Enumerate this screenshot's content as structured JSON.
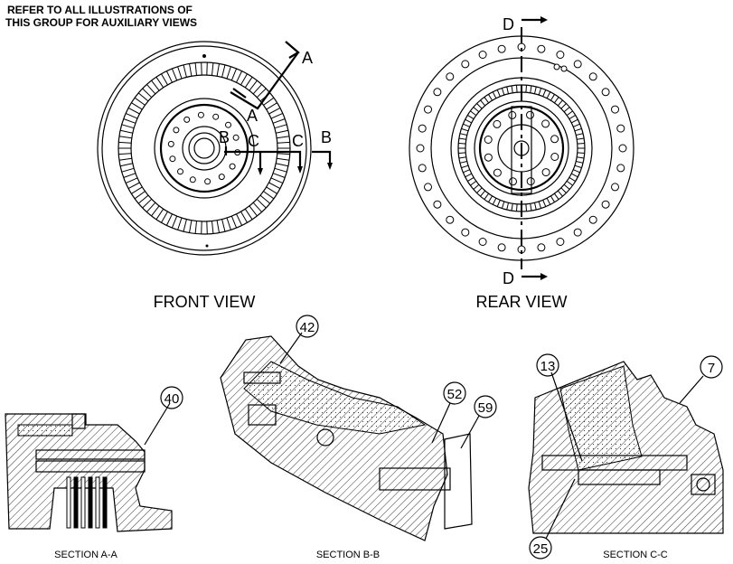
{
  "note": "REFER TO ALL ILLUSTRATIONS OF THIS GROUP FOR AUXILIARY VIEWS",
  "views": {
    "front": "FRONT VIEW",
    "rear": "REAR VIEW"
  },
  "section_markers": {
    "a": "A",
    "b": "B",
    "c": "C",
    "d": "D"
  },
  "sections": {
    "aa": "SECTION A-A",
    "bb": "SECTION B-B",
    "cc": "SECTION C-C"
  },
  "callouts": {
    "c40": "40",
    "c42": "42",
    "c52": "52",
    "c59": "59",
    "c13": "13",
    "c7": "7",
    "c25": "25"
  }
}
